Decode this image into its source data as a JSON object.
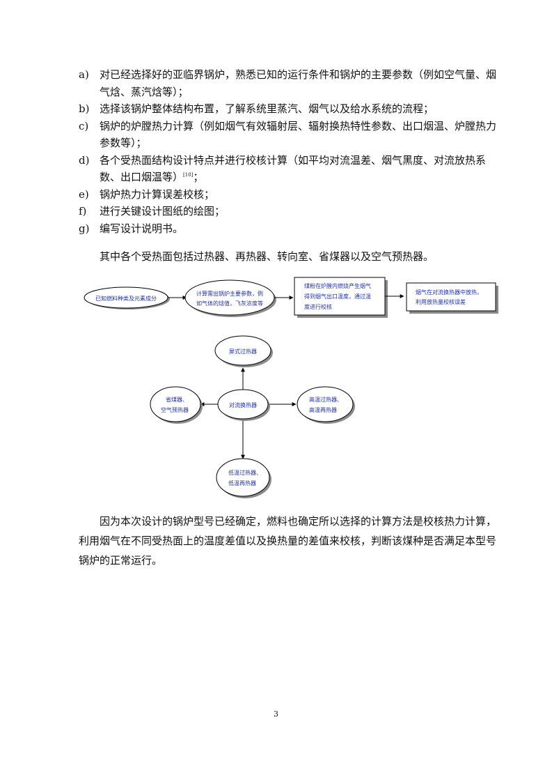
{
  "list_items": [
    {
      "marker": "a)",
      "text": "对已经选择好的亚临界锅炉，熟悉已知的运行条件和锅炉的主要参数（例如空气量、烟气焓、蒸汽焓等）；"
    },
    {
      "marker": "b)",
      "text": "选择该锅炉整体结构布置，了解系统里蒸汽、烟气以及给水系统的流程；"
    },
    {
      "marker": "c)",
      "text": "锅炉的炉膛热力计算（例如烟气有效辐射层、辐射换热特性参数、出口烟温、炉膛热力参数等）；"
    },
    {
      "marker": "d)",
      "text": "各个受热面结构设计特点并进行校核计算（如平均对流温差、烟气黑度、对流放热系数、出口烟温等）",
      "ref": "[10]",
      "tail": "；"
    },
    {
      "marker": "e)",
      "text": "锅炉热力计算误差校核；"
    },
    {
      "marker": "f)",
      "text": "进行关键设计图纸的绘图；"
    },
    {
      "marker": "g)",
      "text": "编写设计说明书。"
    }
  ],
  "paragraph1": "其中各个受热面包括过热器、再热器、转向室、省煤器以及空气预热器。",
  "flow": {
    "step1": "已知燃料种类及元素成分",
    "step2_line1": "计算需出锅炉主要参数，例",
    "step2_line2": "如气体的焓值，飞灰浓度等",
    "step3_line1": "煤粉在炉膛内燃烧产生烟气",
    "step3_line2": "得到烟气出口温度，通过温",
    "step3_line3": "度进行校核",
    "step4_line1": "烟气在对流换热器中放热，",
    "step4_line2": "利用放热量校核误差"
  },
  "hub": {
    "center": "对流换热器",
    "top": "屏式过热器",
    "left_line1": "省煤器、",
    "left_line2": "空气预热器",
    "right_line1": "高温过热器、",
    "right_line2": "高温再热器",
    "bottom_line1": "低温过热器、",
    "bottom_line2": "低温再热器"
  },
  "paragraph2": "因为本次设计的锅炉型号已经确定，燃料也确定所以选择的计算方法是校核热力计算， 利用烟气在不同受热面上的温度差值以及换热量的差值来校核，判断该煤种是否满足本型号锅炉的正常运行。",
  "page_number": "3",
  "colors": {
    "diagram_text": "#1f2fb8",
    "line": "#000000",
    "shadow": "#8a8a8a"
  }
}
